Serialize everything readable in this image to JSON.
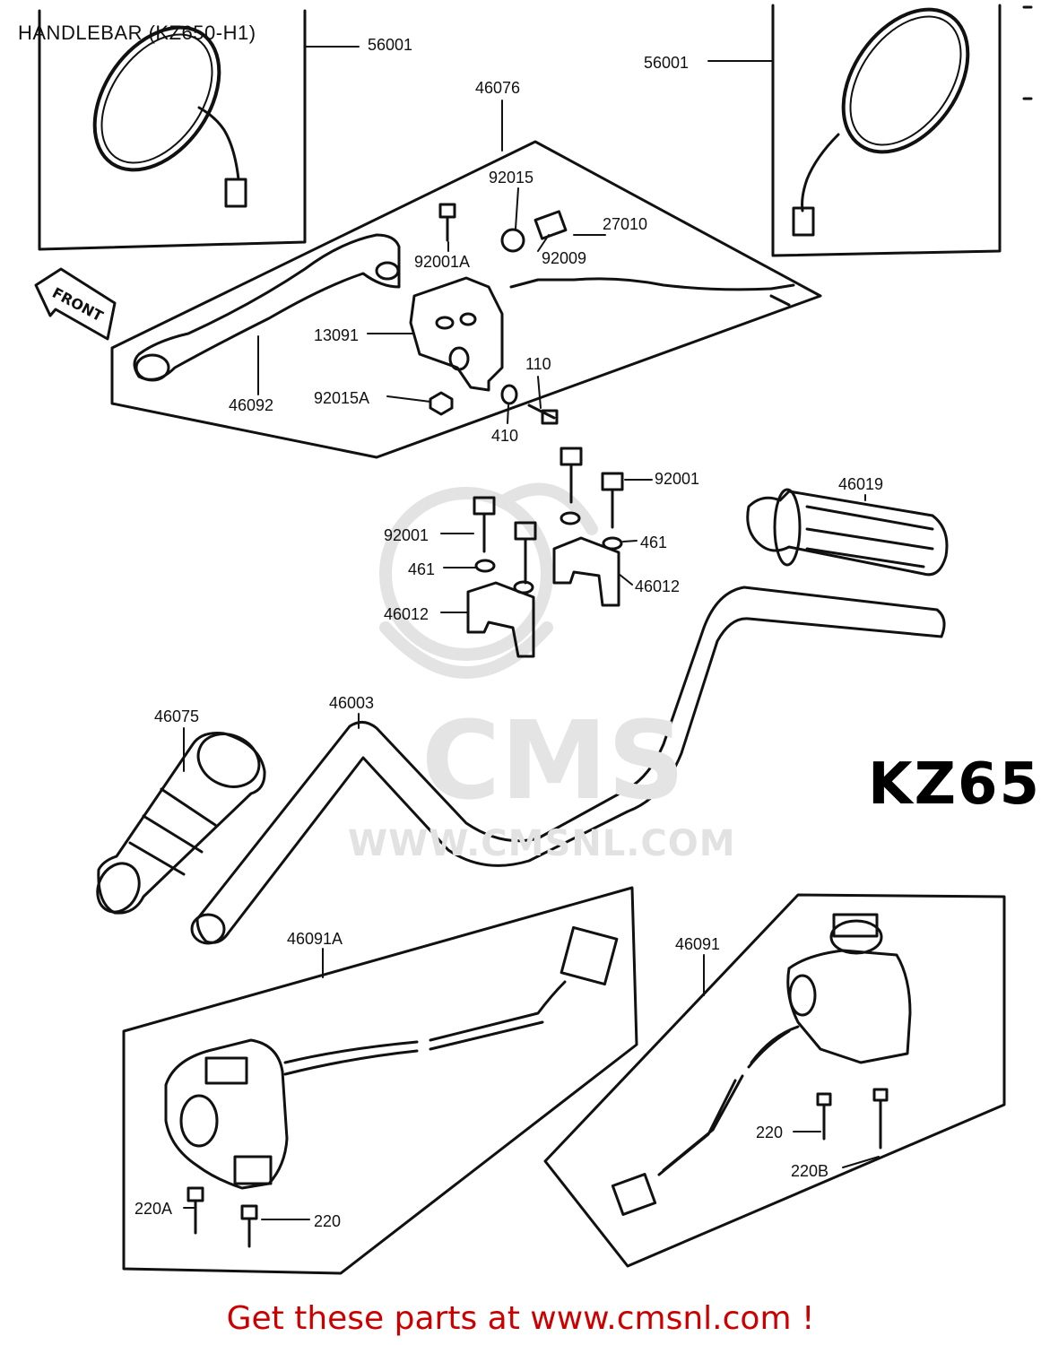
{
  "title": "HANDLEBAR (KZ650-H1)",
  "footer": "Get these parts at www.cmsnl.com !",
  "model_mark": "KZ65",
  "watermark": {
    "brand": "CMS",
    "url": "WWW.CMSNL.COM"
  },
  "front_arrow": "FRONT",
  "parts": [
    {
      "id": "p-56001-left",
      "number": "56001"
    },
    {
      "id": "p-56001-right",
      "number": "56001"
    },
    {
      "id": "p-46076",
      "number": "46076"
    },
    {
      "id": "p-92015",
      "number": "92015"
    },
    {
      "id": "p-27010",
      "number": "27010"
    },
    {
      "id": "p-92001a",
      "number": "92001A"
    },
    {
      "id": "p-92009",
      "number": "92009"
    },
    {
      "id": "p-13091",
      "number": "13091"
    },
    {
      "id": "p-110",
      "number": "110"
    },
    {
      "id": "p-92015a",
      "number": "92015A"
    },
    {
      "id": "p-410",
      "number": "410"
    },
    {
      "id": "p-46092",
      "number": "46092"
    },
    {
      "id": "p-92001-right",
      "number": "92001"
    },
    {
      "id": "p-46019",
      "number": "46019"
    },
    {
      "id": "p-92001-left",
      "number": "92001"
    },
    {
      "id": "p-461-right",
      "number": "461"
    },
    {
      "id": "p-461-left",
      "number": "461"
    },
    {
      "id": "p-46012-right",
      "number": "46012"
    },
    {
      "id": "p-46012-left",
      "number": "46012"
    },
    {
      "id": "p-46075",
      "number": "46075"
    },
    {
      "id": "p-46003",
      "number": "46003"
    },
    {
      "id": "p-46091a",
      "number": "46091A"
    },
    {
      "id": "p-46091",
      "number": "46091"
    },
    {
      "id": "p-220-right",
      "number": "220"
    },
    {
      "id": "p-220b",
      "number": "220B"
    },
    {
      "id": "p-220a",
      "number": "220A"
    },
    {
      "id": "p-220-left",
      "number": "220"
    }
  ]
}
